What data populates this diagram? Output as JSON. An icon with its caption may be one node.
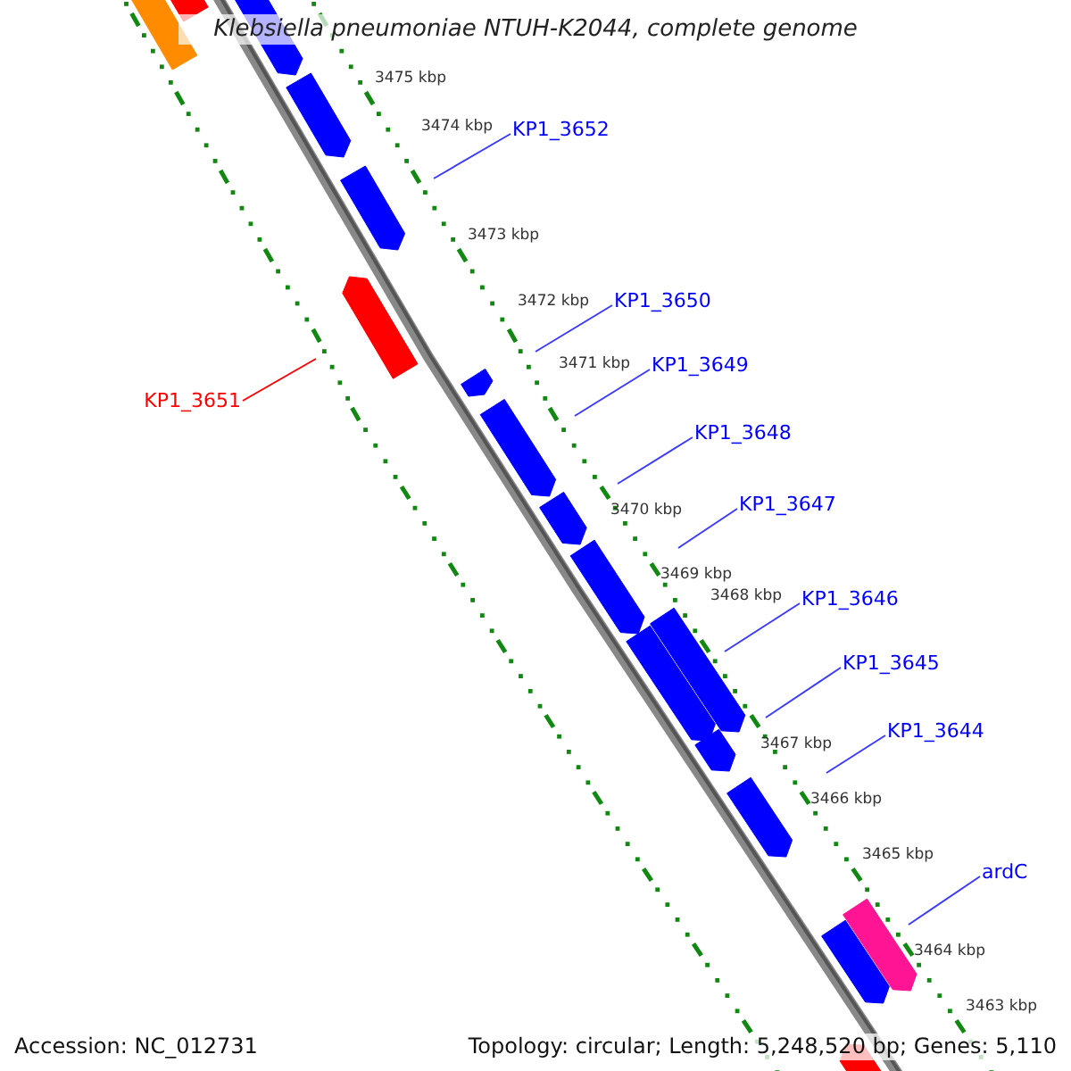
{
  "diagram": {
    "title": "Klebsiella pneumoniae NTUH-K2044, complete genome",
    "nodes": [
      {
        "text": [
          "KP1_3652"
        ]
      },
      {
        "text": [
          "KP1_3650"
        ]
      },
      {
        "text": [
          "KP1_3649"
        ]
      },
      {
        "text": [
          "KP1_3651"
        ]
      },
      {
        "text": [
          "KP1_3648"
        ]
      },
      {
        "text": [
          "KP1_3647"
        ]
      },
      {
        "text": [
          "KP1_3646"
        ]
      },
      {
        "text": [
          "KP1_3645"
        ]
      },
      {
        "text": [
          "KP1_3644"
        ]
      },
      {
        "text": [
          "ardC"
        ]
      }
    ],
    "edges": [
      {
        "from": 0,
        "to": null,
        "arrow": "none"
      },
      {
        "from": 1,
        "to": null,
        "arrow": "none"
      },
      {
        "from": 2,
        "to": null,
        "arrow": "none"
      },
      {
        "from": 3,
        "to": null,
        "arrow": "none",
        "color": "#ff0000"
      },
      {
        "from": 4,
        "to": null,
        "arrow": "none"
      },
      {
        "from": 5,
        "to": null,
        "arrow": "none"
      },
      {
        "from": 6,
        "to": null,
        "arrow": "none"
      },
      {
        "from": 7,
        "to": null,
        "arrow": "none"
      },
      {
        "from": 8,
        "to": null,
        "arrow": "none"
      },
      {
        "from": 9,
        "to": null,
        "arrow": "none"
      }
    ],
    "labels": [
      "3475 kbp",
      "3474 kbp",
      "3473 kbp",
      "3472 kbp",
      "3471 kbp",
      "3470 kbp",
      "3469 kbp",
      "3468 kbp",
      "3467 kbp",
      "3466 kbp",
      "3465 kbp",
      "3464 kbp",
      "3463 kbp",
      "Accession: NC_012731",
      "Topology: circular; Length: 5,248,520 bp; Genes: 5,110"
    ]
  }
}
